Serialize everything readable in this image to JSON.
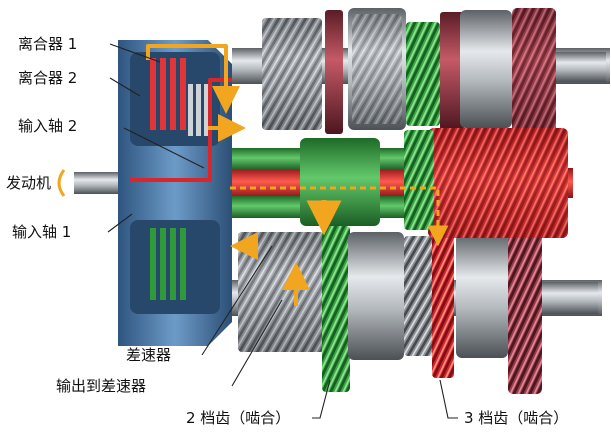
{
  "labels": {
    "clutch1": "离合器 1",
    "clutch2": "离合器 2",
    "input_shaft2": "输入轴 2",
    "engine": "发动机",
    "input_shaft1": "输入轴 1",
    "differential": "差速器",
    "output_to_diff": "输出到差速器",
    "gear2": "2 档齿（啮合）",
    "gear3": "3 档齿（啮合）"
  },
  "colors": {
    "background": "#ffffff",
    "housing_blue": "#3f6d9c",
    "shaft_red": "#d8262a",
    "shaft_green": "#2f9a3a",
    "flow_orange": "#f2a51f",
    "gear_silver": "#a9aeb4",
    "gear_maroon": "#8e3140"
  }
}
